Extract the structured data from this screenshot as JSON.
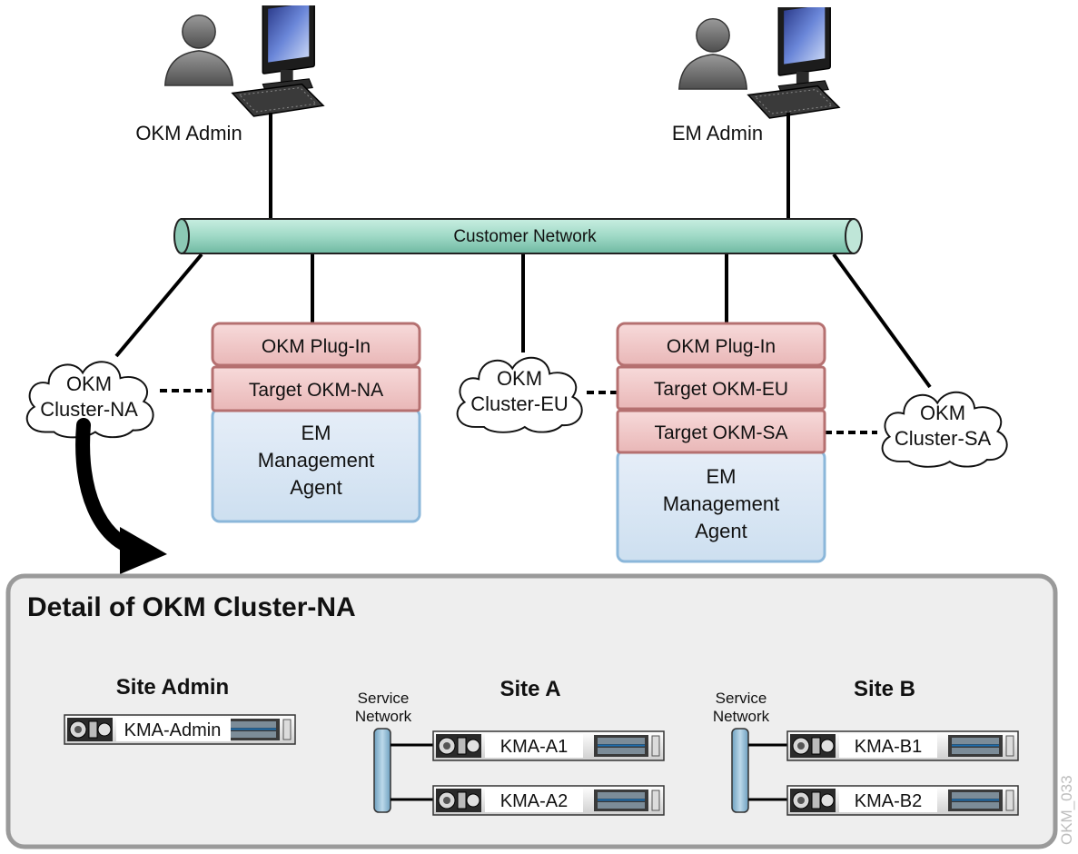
{
  "users": {
    "okm_admin": "OKM Admin",
    "em_admin": "EM Admin"
  },
  "network": {
    "label": "Customer Network"
  },
  "clusters": {
    "na": [
      "OKM",
      "Cluster-NA"
    ],
    "eu": [
      "OKM",
      "Cluster-EU"
    ],
    "sa": [
      "OKM",
      "Cluster-SA"
    ]
  },
  "agent_left": {
    "plugin": "OKM Plug-In",
    "targets": [
      "Target OKM-NA"
    ],
    "agent_lines": [
      "EM",
      "Management",
      "Agent"
    ]
  },
  "agent_right": {
    "plugin": "OKM Plug-In",
    "targets": [
      "Target OKM-EU",
      "Target OKM-SA"
    ],
    "agent_lines": [
      "EM",
      "Management",
      "Agent"
    ]
  },
  "detail": {
    "title": "Detail of OKM Cluster-NA",
    "site_admin": {
      "title": "Site Admin",
      "kma": "KMA-Admin"
    },
    "site_a": {
      "title": "Site A",
      "service_network": [
        "Service",
        "Network"
      ],
      "kmas": [
        "KMA-A1",
        "KMA-A2"
      ]
    },
    "site_b": {
      "title": "Site B",
      "service_network": [
        "Service",
        "Network"
      ],
      "kmas": [
        "KMA-B1",
        "KMA-B2"
      ]
    }
  },
  "figure_id": "OKM_033",
  "colors": {
    "network_fill": "#9fd9c6",
    "pink_fill": "#f0c4c4",
    "pink_stroke": "#b06a6a",
    "blue_fill": "#dce7f3",
    "blue_stroke": "#86b4d8",
    "detail_bg": "#eeeeee",
    "detail_stroke": "#9a9a9a"
  }
}
